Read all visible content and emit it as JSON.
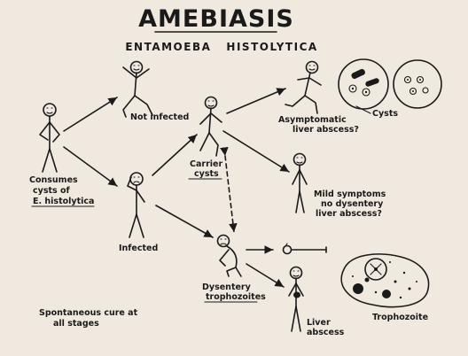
{
  "diagram": {
    "title": "AMEBIASIS",
    "subtitle": "ENTAMOEBA   HISTOLYTICA",
    "labels": {
      "consumes_1": "Consumes",
      "consumes_2": "cysts of",
      "consumes_3": "E. histolytica",
      "not_infected": "Not infected",
      "infected": "Infected",
      "carrier_1": "Carrier",
      "carrier_2": "cysts",
      "asymptomatic_1": "Asymptomatic",
      "asymptomatic_2": "liver abscess?",
      "cysts": "Cysts",
      "mild_1": "Mild symptoms",
      "mild_2": "no dysentery",
      "mild_3": "liver abscess?",
      "dysentery_1": "Dysentery",
      "dysentery_2": "trophozoites",
      "liver_1": "Liver",
      "liver_2": "abscess",
      "trophozoite": "Trophozoite",
      "spontaneous_1": "Spontaneous cure at",
      "spontaneous_2": "all stages"
    }
  }
}
